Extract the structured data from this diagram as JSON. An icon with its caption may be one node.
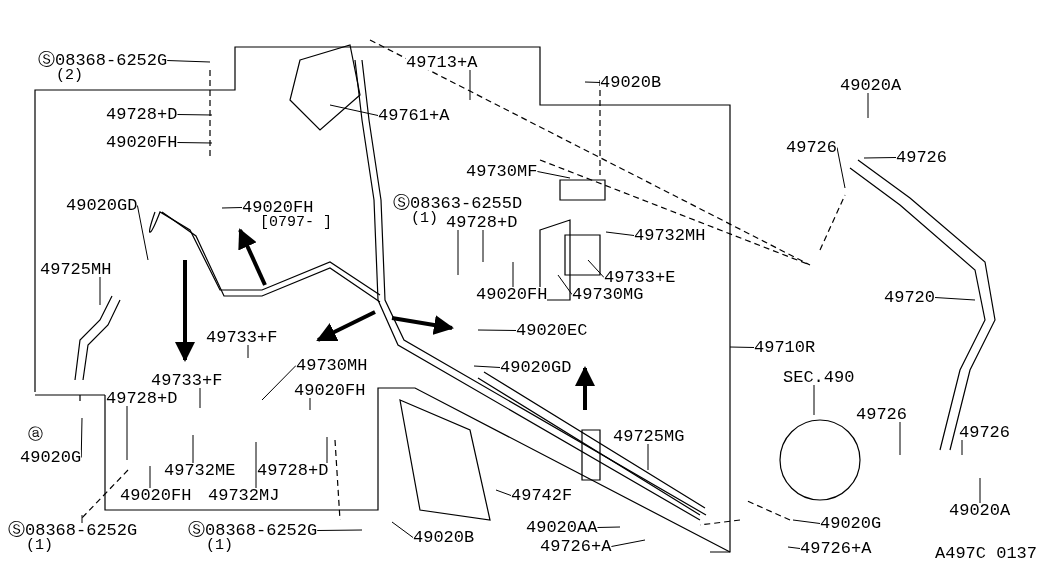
{
  "diagram": {
    "nodes": [
      {
        "text": [
          "Ⓢ08368-6252G",
          "(2)"
        ]
      },
      {
        "text": [
          "49713+A"
        ]
      },
      {
        "text": [
          "49761+A"
        ]
      },
      {
        "text": [
          "49728+D"
        ]
      },
      {
        "text": [
          "49020FH"
        ]
      },
      {
        "text": [
          "49020B"
        ]
      },
      {
        "text": [
          "49020A"
        ]
      },
      {
        "text": [
          "49726"
        ]
      },
      {
        "text": [
          "49726"
        ]
      },
      {
        "text": [
          "49730MF"
        ]
      },
      {
        "text": [
          "Ⓢ08363-6255D",
          "(1)"
        ]
      },
      {
        "text": [
          "49728+D"
        ]
      },
      {
        "text": [
          "49020FH",
          "[0797-  ]"
        ]
      },
      {
        "text": [
          "49020GD"
        ]
      },
      {
        "text": [
          "49732MH"
        ]
      },
      {
        "text": [
          "49733+E"
        ]
      },
      {
        "text": [
          "49725MH"
        ]
      },
      {
        "text": [
          "49020FH"
        ]
      },
      {
        "text": [
          "49730MG"
        ]
      },
      {
        "text": [
          "49720"
        ]
      },
      {
        "text": [
          "49020EC"
        ]
      },
      {
        "text": [
          "49733+F"
        ]
      },
      {
        "text": [
          "49710R"
        ]
      },
      {
        "text": [
          "49020GD"
        ]
      },
      {
        "text": [
          "SEC.490"
        ]
      },
      {
        "text": [
          "49733+F"
        ]
      },
      {
        "text": [
          "49730MH"
        ]
      },
      {
        "text": [
          "49728+D"
        ]
      },
      {
        "text": [
          "49020FH"
        ]
      },
      {
        "text": [
          "49726"
        ]
      },
      {
        "text": [
          "49726"
        ]
      },
      {
        "text": [
          "49725MG"
        ]
      },
      {
        "text": [
          "49732ME"
        ]
      },
      {
        "text": [
          "49728+D"
        ]
      },
      {
        "text": [
          "49020G"
        ]
      },
      {
        "text": [
          "49020FH"
        ]
      },
      {
        "text": [
          "49732MJ"
        ]
      },
      {
        "text": [
          "49742F"
        ]
      },
      {
        "text": [
          "49020A"
        ]
      },
      {
        "text": [
          "Ⓢ08368-6252G",
          "(1)"
        ]
      },
      {
        "text": [
          "Ⓢ08368-6252G",
          "(1)"
        ]
      },
      {
        "text": [
          "49020B"
        ]
      },
      {
        "text": [
          "49020AA"
        ]
      },
      {
        "text": [
          "49020G"
        ]
      },
      {
        "text": [
          "49726+A"
        ]
      },
      {
        "text": [
          "49726+A"
        ]
      }
    ],
    "edges": [
      {
        "from": 0,
        "to": null,
        "arrow": "none"
      },
      {
        "from": 1,
        "to": null,
        "arrow": "none"
      },
      {
        "from": 2,
        "to": null,
        "arrow": "none"
      },
      {
        "from": 3,
        "to": null,
        "arrow": "none"
      },
      {
        "from": 4,
        "to": null,
        "arrow": "none"
      },
      {
        "from": 5,
        "to": null,
        "arrow": "none"
      },
      {
        "from": 6,
        "to": null,
        "arrow": "none"
      },
      {
        "from": 7,
        "to": null,
        "arrow": "none"
      },
      {
        "from": 8,
        "to": null,
        "arrow": "none"
      },
      {
        "from": 9,
        "to": null,
        "arrow": "none"
      },
      {
        "from": 10,
        "to": null,
        "arrow": "none"
      },
      {
        "from": 11,
        "to": null,
        "arrow": "none"
      },
      {
        "from": 12,
        "to": null,
        "arrow": "none"
      },
      {
        "from": 13,
        "to": null,
        "arrow": "none"
      },
      {
        "from": 14,
        "to": null,
        "arrow": "none"
      },
      {
        "from": 15,
        "to": null,
        "arrow": "none"
      },
      {
        "from": 16,
        "to": null,
        "arrow": "none"
      },
      {
        "from": 17,
        "to": null,
        "arrow": "none"
      },
      {
        "from": 18,
        "to": null,
        "arrow": "none"
      },
      {
        "from": 19,
        "to": null,
        "arrow": "none"
      },
      {
        "from": 20,
        "to": null,
        "arrow": "none"
      },
      {
        "from": 21,
        "to": null,
        "arrow": "none"
      },
      {
        "from": 22,
        "to": null,
        "arrow": "none"
      },
      {
        "from": 23,
        "to": null,
        "arrow": "none"
      },
      {
        "from": 24,
        "to": null,
        "arrow": "none"
      },
      {
        "from": 25,
        "to": null,
        "arrow": "none"
      },
      {
        "from": 26,
        "to": null,
        "arrow": "none"
      },
      {
        "from": 27,
        "to": null,
        "arrow": "none"
      },
      {
        "from": 28,
        "to": null,
        "arrow": "none"
      },
      {
        "from": 29,
        "to": null,
        "arrow": "none"
      },
      {
        "from": 30,
        "to": null,
        "arrow": "none"
      },
      {
        "from": 31,
        "to": null,
        "arrow": "none"
      },
      {
        "from": 32,
        "to": null,
        "arrow": "none"
      },
      {
        "from": 33,
        "to": null,
        "arrow": "none"
      },
      {
        "from": 34,
        "to": null,
        "arrow": "none"
      },
      {
        "from": 35,
        "to": null,
        "arrow": "none"
      },
      {
        "from": 36,
        "to": null,
        "arrow": "none"
      },
      {
        "from": 37,
        "to": null,
        "arrow": "none"
      },
      {
        "from": 38,
        "to": null,
        "arrow": "none"
      },
      {
        "from": 39,
        "to": null,
        "arrow": "none"
      },
      {
        "from": 40,
        "to": null,
        "arrow": "none"
      },
      {
        "from": 41,
        "to": null,
        "arrow": "none"
      },
      {
        "from": 42,
        "to": null,
        "arrow": "none"
      },
      {
        "from": 43,
        "to": null,
        "arrow": "none"
      },
      {
        "from": 44,
        "to": null,
        "arrow": "none"
      },
      {
        "from": 45,
        "to": null,
        "arrow": "none"
      }
    ],
    "labels": [
      "ⓐ",
      "A497C 0137"
    ]
  }
}
